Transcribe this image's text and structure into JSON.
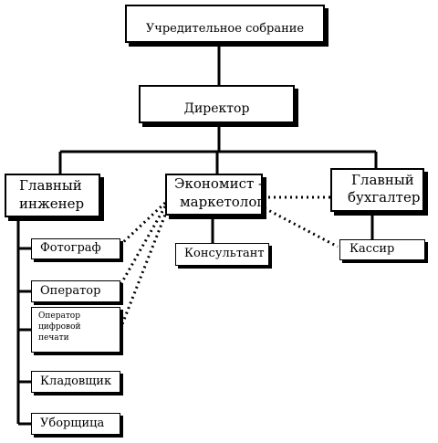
{
  "nodes": {
    "founders": "Учредительное собрание",
    "director": "Директор",
    "chief_engineer": [
      "Главный",
      "инженер"
    ],
    "economist": [
      "Экономист -",
      "маркетолог"
    ],
    "chief_accountant": [
      "Главный",
      "бухгалтер"
    ],
    "photographer": "Фотограф",
    "operator": "Оператор",
    "digital_print_operator": [
      "Оператор",
      "цифровой",
      "печати"
    ],
    "storekeeper": "Кладовщик",
    "cleaner": "Уборщица",
    "consultant": "Консультант",
    "cashier": "Кассир"
  }
}
